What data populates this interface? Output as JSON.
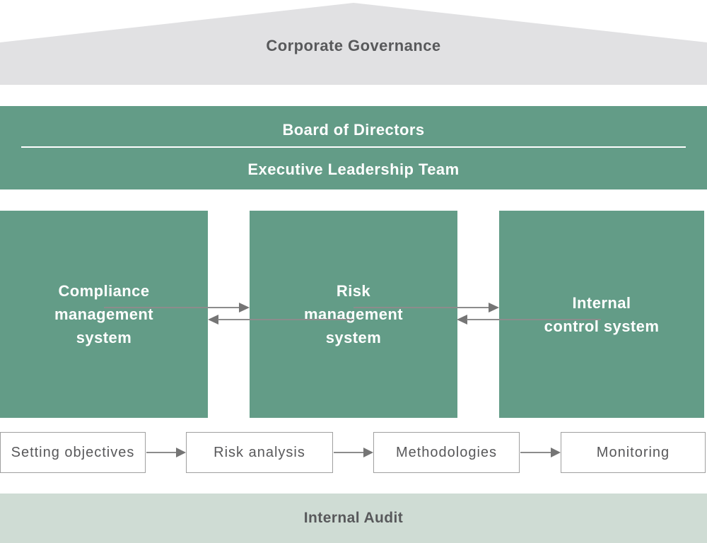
{
  "title": "Corporate Governance",
  "colors": {
    "green": "#639c87",
    "roof_gray": "#e1e1e3",
    "audit_band_bg": "#cfdcd4",
    "dark_text": "#58595b",
    "white_text": "#ffffff",
    "arrow_gray": "#8c8c8c",
    "arrow_head_gray": "#757575",
    "step_border_gray": "#9f9f9f"
  },
  "roof": {
    "label": "Corporate Governance"
  },
  "banner": {
    "line1": "Board of Directors",
    "line2": "Executive Leadership Team"
  },
  "systems": [
    {
      "lines": [
        "Compliance",
        "management",
        "system"
      ]
    },
    {
      "lines": [
        "Risk",
        "management",
        "system"
      ]
    },
    {
      "lines": [
        "Internal",
        "control system"
      ]
    }
  ],
  "system_links": [
    {
      "between": [
        "Compliance management system",
        "Risk management system"
      ],
      "direction": "bidirectional"
    },
    {
      "between": [
        "Risk management system",
        "Internal control system"
      ],
      "direction": "bidirectional"
    }
  ],
  "process_steps": [
    {
      "label": "Setting objectives"
    },
    {
      "label": "Risk analysis"
    },
    {
      "label": "Methodologies"
    },
    {
      "label": "Monitoring"
    }
  ],
  "process_flow_direction": "left-to-right",
  "audit": {
    "label": "Internal Audit"
  }
}
